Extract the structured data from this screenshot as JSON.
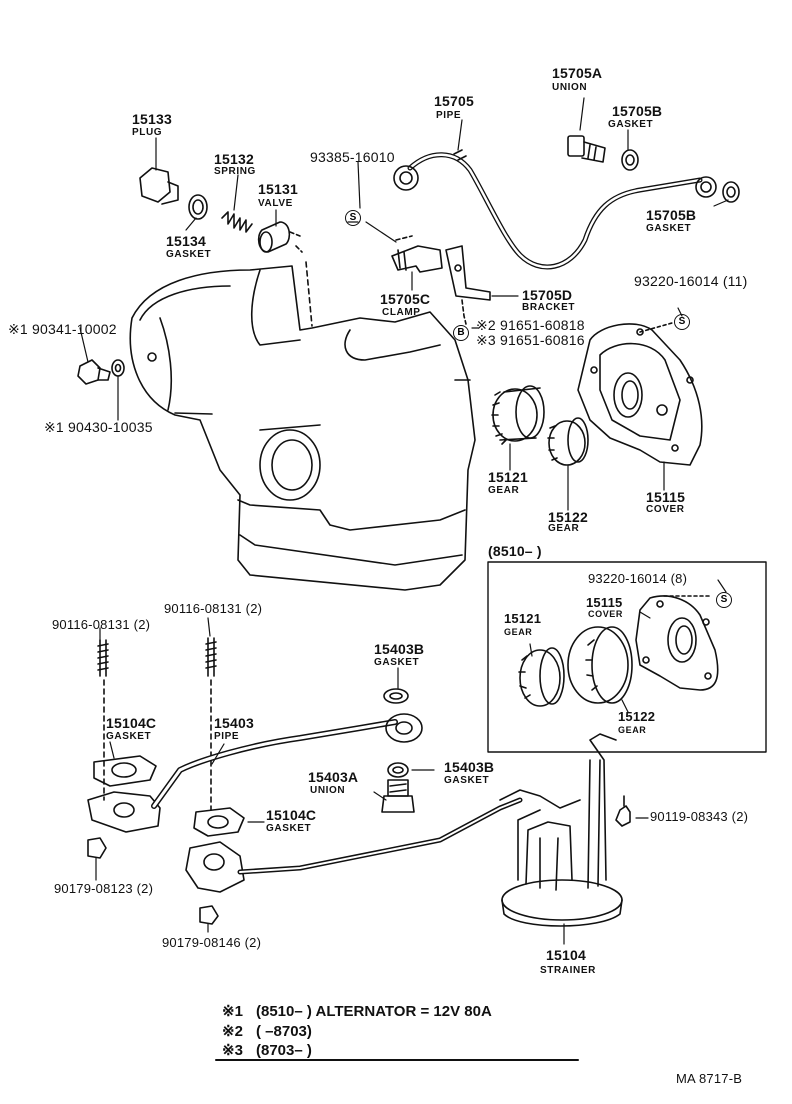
{
  "diagram": {
    "parts": {
      "p15705A": {
        "number": "15705A",
        "name": "UNION"
      },
      "p15705": {
        "number": "15705",
        "name": "PIPE"
      },
      "p15705B_top": {
        "number": "15705B",
        "name": "GASKET"
      },
      "p15705B_right": {
        "number": "15705B",
        "name": "GASKET"
      },
      "p15133": {
        "number": "15133",
        "name": "PLUG"
      },
      "p15132": {
        "number": "15132",
        "name": "SPRING"
      },
      "p15131": {
        "number": "15131",
        "name": "VALVE"
      },
      "p15134": {
        "number": "15134",
        "name": "GASKET"
      },
      "p93385": {
        "number": "93385-16010"
      },
      "p15705C": {
        "number": "15705C",
        "name": "CLAMP"
      },
      "p15705D": {
        "number": "15705D",
        "name": "BRACKET"
      },
      "p93220_11": {
        "number": "93220-16014 (11)"
      },
      "p91651_60818": {
        "number": "91651-60818",
        "mark": "※2"
      },
      "p91651_60816": {
        "number": "91651-60816",
        "mark": "※3"
      },
      "p90341": {
        "number": "90341-10002",
        "mark": "※1"
      },
      "p90430": {
        "number": "90430-10035",
        "mark": "※1"
      },
      "p15121": {
        "number": "15121",
        "name": "GEAR"
      },
      "p15122": {
        "number": "15122",
        "name": "GEAR"
      },
      "p15115": {
        "number": "15115",
        "name": "COVER"
      },
      "inset_range": "(8510–        )",
      "inset_93220": {
        "number": "93220-16014 (8)"
      },
      "inset_15115": {
        "number": "15115",
        "name": "COVER"
      },
      "inset_15121": {
        "number": "15121",
        "name": "GEAR"
      },
      "inset_15122": {
        "number": "15122",
        "name": "GEAR"
      },
      "p90116_left": {
        "number": "90116-08131 (2)"
      },
      "p90116_right": {
        "number": "90116-08131 (2)"
      },
      "p15403B_top": {
        "number": "15403B",
        "name": "GASKET"
      },
      "p15104C_left": {
        "number": "15104C",
        "name": "GASKET"
      },
      "p15403": {
        "number": "15403",
        "name": "PIPE"
      },
      "p15403A": {
        "number": "15403A",
        "name": "UNION"
      },
      "p15403B_mid": {
        "number": "15403B",
        "name": "GASKET"
      },
      "p15104C_mid": {
        "number": "15104C",
        "name": "GASKET"
      },
      "p90119": {
        "number": "90119-08343 (2)"
      },
      "p90179_08123": {
        "number": "90179-08123 (2)"
      },
      "p90179_08146": {
        "number": "90179-08146 (2)"
      },
      "p15104": {
        "number": "15104",
        "name": "STRAINER"
      }
    },
    "symbols": {
      "s": "S",
      "b": "B"
    },
    "notes": [
      {
        "mark": "※1",
        "text": "(8510–        )  ALTERNATOR = 12V 80A"
      },
      {
        "mark": "※2",
        "text": "(          –8703)"
      },
      {
        "mark": "※3",
        "text": "(8703–        )"
      }
    ],
    "code": "MA  8717-B"
  }
}
